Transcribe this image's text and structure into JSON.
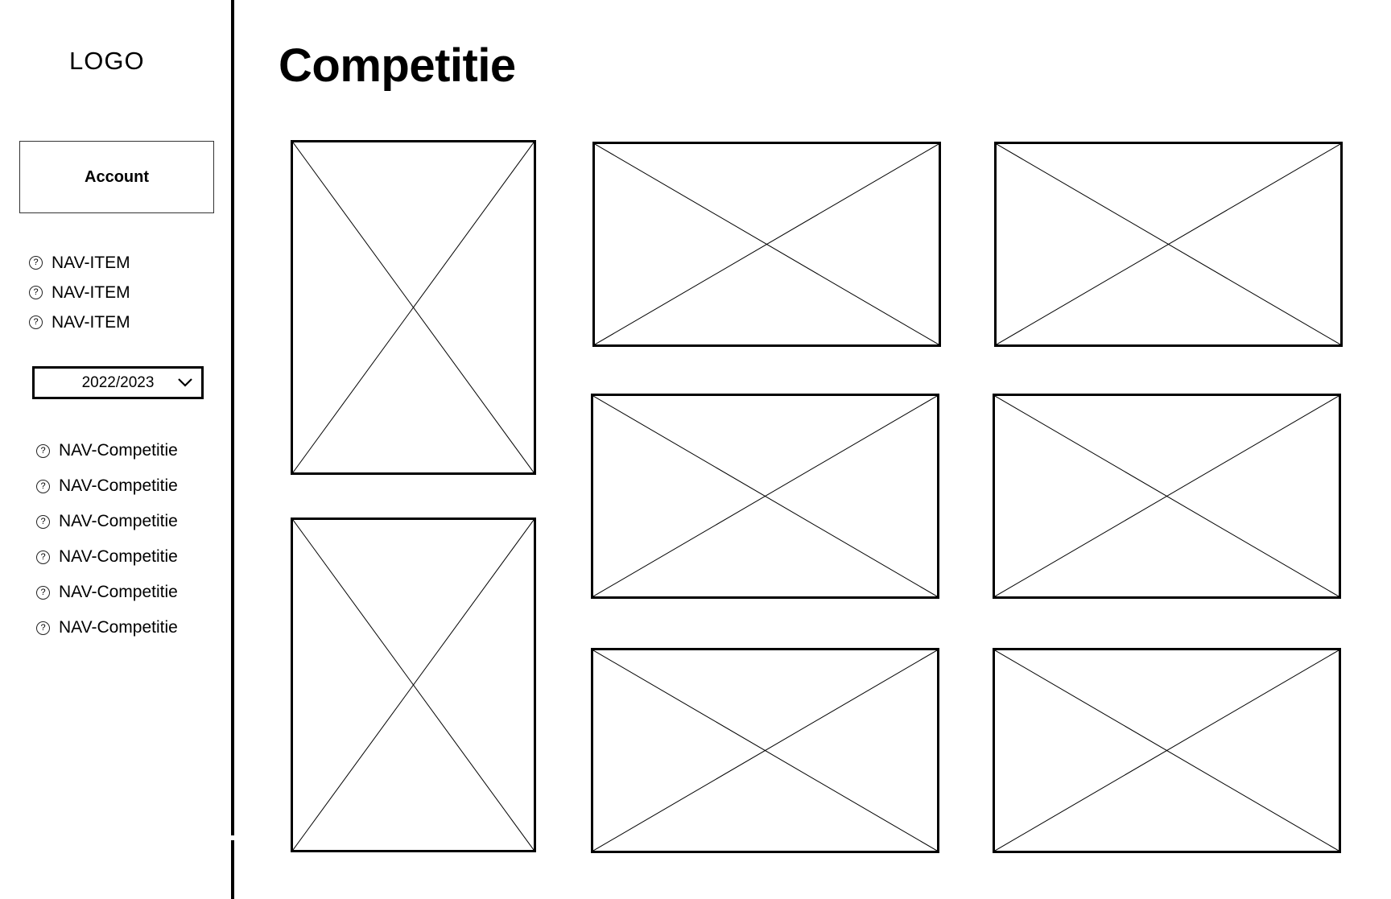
{
  "sidebar": {
    "logo": "LOGO",
    "account_label": "Account",
    "nav_items": [
      {
        "label": "NAV-ITEM",
        "icon": "question-icon"
      },
      {
        "label": "NAV-ITEM",
        "icon": "question-icon"
      },
      {
        "label": "NAV-ITEM",
        "icon": "question-icon"
      }
    ],
    "season_select": {
      "value": "2022/2023",
      "icon": "chevron-down-icon"
    },
    "competition_items": [
      {
        "label": "NAV-Competitie",
        "icon": "question-icon"
      },
      {
        "label": "NAV-Competitie",
        "icon": "question-icon"
      },
      {
        "label": "NAV-Competitie",
        "icon": "question-icon"
      },
      {
        "label": "NAV-Competitie",
        "icon": "question-icon"
      },
      {
        "label": "NAV-Competitie",
        "icon": "question-icon"
      },
      {
        "label": "NAV-Competitie",
        "icon": "question-icon"
      }
    ]
  },
  "main": {
    "title": "Competitie",
    "placeholders": [
      {
        "kind": "image-placeholder"
      },
      {
        "kind": "image-placeholder"
      },
      {
        "kind": "image-placeholder"
      },
      {
        "kind": "image-placeholder"
      },
      {
        "kind": "image-placeholder"
      },
      {
        "kind": "image-placeholder"
      },
      {
        "kind": "image-placeholder"
      },
      {
        "kind": "image-placeholder"
      }
    ]
  },
  "icons": {
    "question_glyph": "?"
  }
}
